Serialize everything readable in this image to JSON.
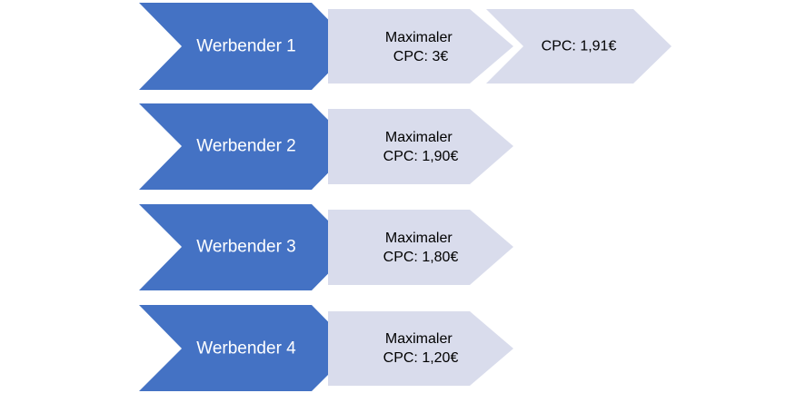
{
  "colors": {
    "primary_chevron": "#4472C4",
    "secondary_chevron": "#D9DCEC",
    "primary_text": "#FFFFFF",
    "secondary_text": "#000000"
  },
  "rows": [
    {
      "advertiser": "Werbender 1",
      "max_cpc_line1": "Maximaler",
      "max_cpc_line2": "CPC: 3€",
      "result_cpc": "CPC: 1,91€"
    },
    {
      "advertiser": "Werbender 2",
      "max_cpc_line1": "Maximaler",
      "max_cpc_line2": "CPC: 1,90€"
    },
    {
      "advertiser": "Werbender 3",
      "max_cpc_line1": "Maximaler",
      "max_cpc_line2": "CPC: 1,80€"
    },
    {
      "advertiser": "Werbender 4",
      "max_cpc_line1": "Maximaler",
      "max_cpc_line2": "CPC: 1,20€"
    }
  ]
}
